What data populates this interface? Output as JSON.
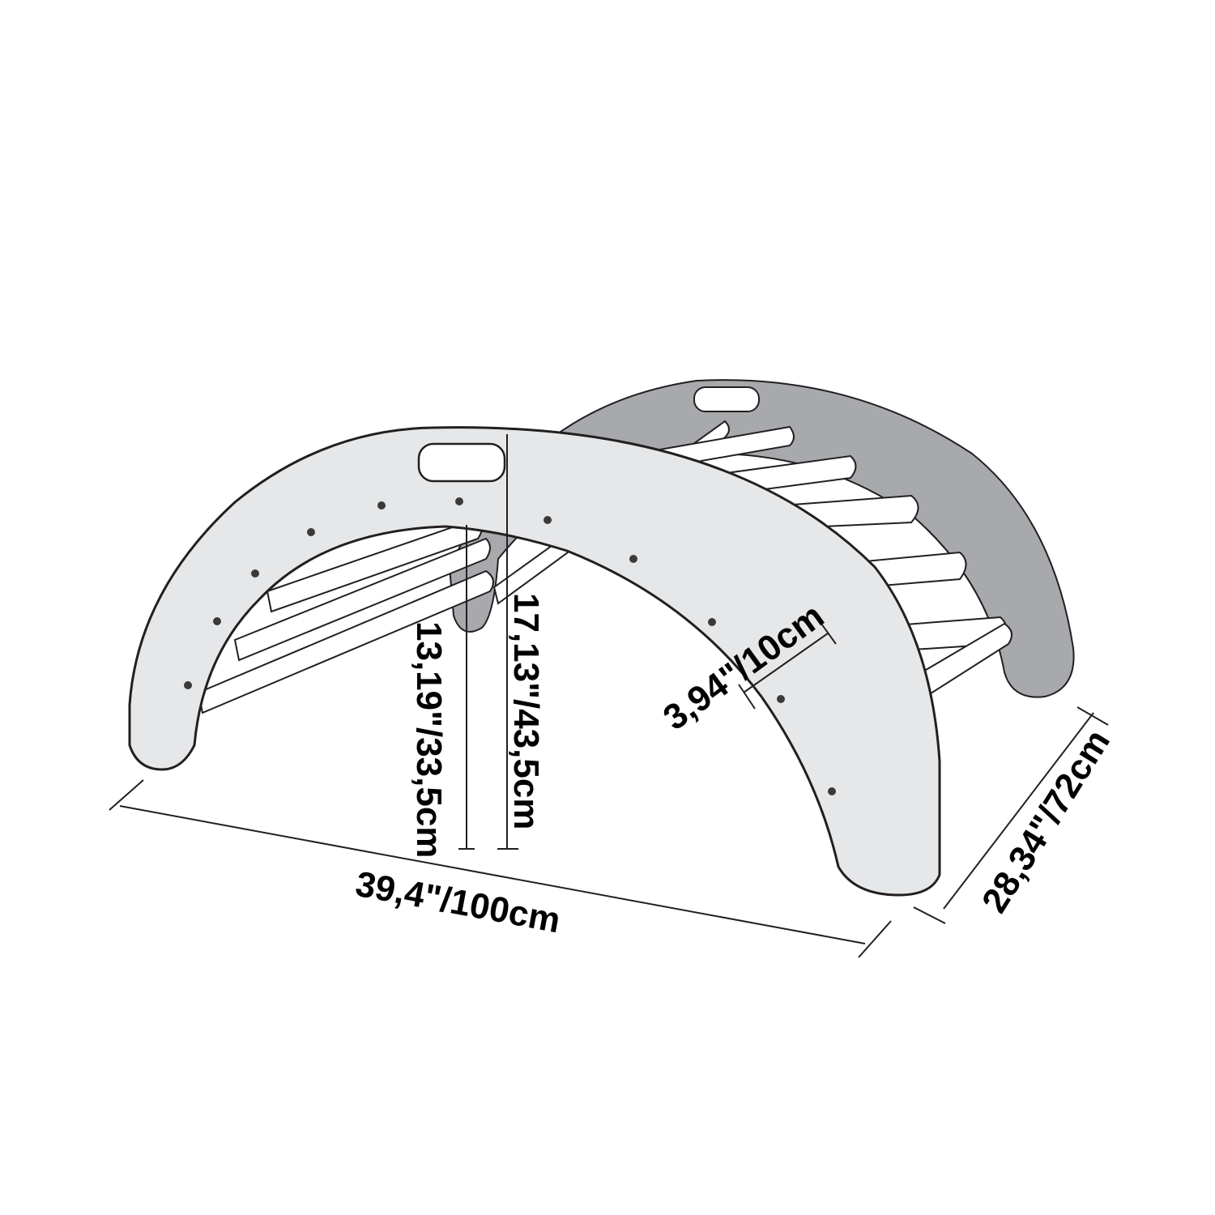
{
  "colors": {
    "background": "#ffffff",
    "front_panel": "#e6e7e8",
    "back_panel": "#a7a9ac",
    "rungs": "#ffffff",
    "outline": "#231f20",
    "dimension_lines": "#231f20"
  },
  "dimensions": {
    "width": "39,4\"/100cm",
    "depth": "28,34\"/72cm",
    "inner_height": "13,19\"/33,5cm",
    "outer_height": "17,13\"/43,5cm",
    "panel_width": "3,94\"/10cm"
  }
}
